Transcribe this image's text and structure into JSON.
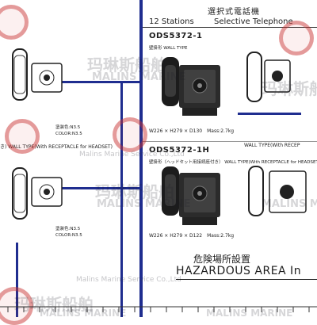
{
  "header": {
    "jp_title": "選択式電話機",
    "stations": "12 Stations",
    "en_title": "Selective Telephone"
  },
  "products": [
    {
      "model": "ODS5372-1",
      "desc": "壁掛形 WALL TYPE",
      "spec": "W226 × H279 × D130　Mass:2.7kg"
    },
    {
      "model": "ODS5372-1H",
      "desc": "壁掛形（ヘッドセット用接続座付き） WALL TYPE(With RECEPTACLE for HEADSET)",
      "spec": "W226 × H279 × D122　Mass:2.7kg"
    }
  ],
  "side_labels": {
    "left_mid": "き) WALL TYPE(With RECEPTACLE for HEADSET)",
    "right_mid": "WALL TYPE(With RECEP"
  },
  "color_notes": {
    "left_top_1": "塗装色:N3.5",
    "left_top_2": "COLOR:N3.5",
    "left_bot_1": "塗装色:N3.5",
    "left_bot_2": "COLOR:N3.5"
  },
  "hazardous": {
    "jp": "危険場所設置",
    "en": "HAZARDOUS  AREA  In"
  },
  "watermark": {
    "cn": "玛琳斯船舶",
    "en": "MALINS MARINE",
    "overlay": "Malins Marine Service Co.,Ltd"
  },
  "colors": {
    "line_blue": "#1f2d8f",
    "watermark_red": "#c83232"
  }
}
